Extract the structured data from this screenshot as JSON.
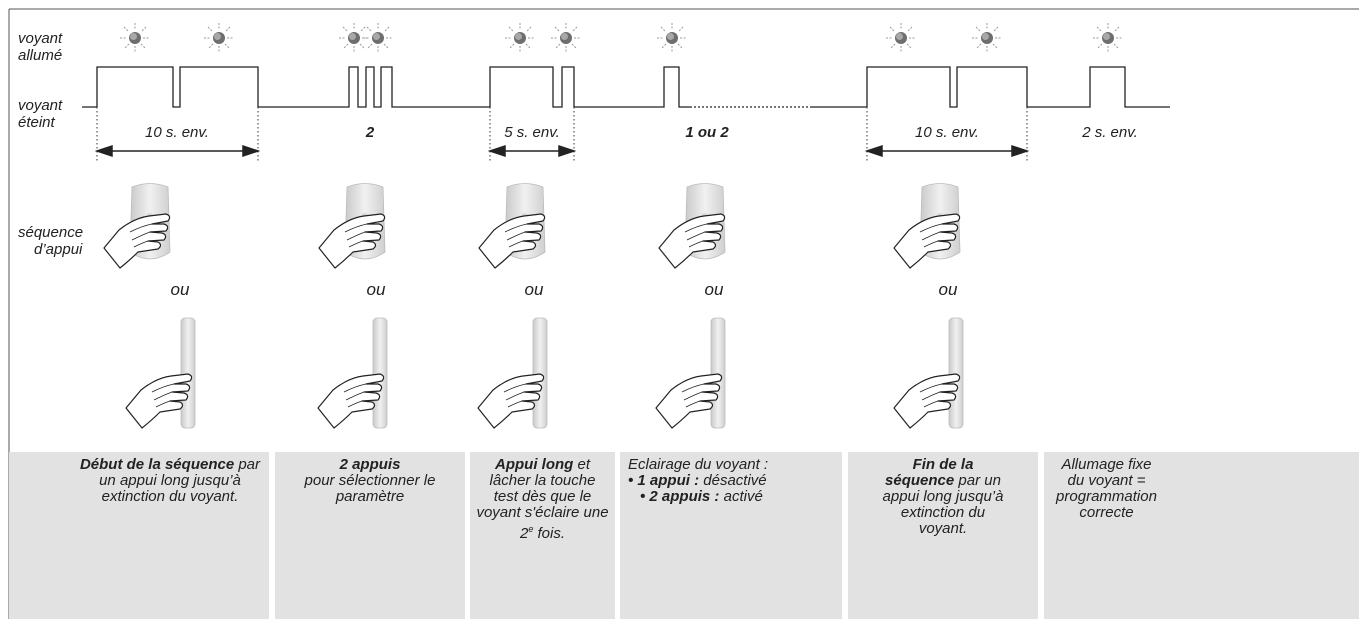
{
  "labels": {
    "on": [
      "voyant",
      "allumé"
    ],
    "off": [
      "voyant",
      "éteint"
    ],
    "sequence": [
      "séquence",
      "d’appui"
    ]
  },
  "durations": {
    "d1": "10 s. env.",
    "d2": "2",
    "d3": "5 s. env.",
    "d4": "1 ou 2",
    "d5": "10 s. env.",
    "d6": "2 s. env."
  },
  "ou": "ou",
  "steps": [
    {
      "strong": "Début de la séquence",
      "text": " par un appui long jusqu’à extinction du voyant."
    },
    {
      "strong": "2 appuis",
      "text": "pour sélectionner le paramètre"
    },
    {
      "strong": "Appui long",
      "text1": " et lâcher la touche test dès que le voyant s'éclaire une 2",
      "sup": "e",
      "text2": " fois."
    },
    {
      "line1": "Eclairage du voyant :",
      "b1": "• 1 appui :",
      "t1": " désactivé",
      "b2": "• 2 appuis :",
      "t2": " activé"
    },
    {
      "strong": "Fin de la séquence",
      "text": " par un appui long jusqu’à extinction du voyant."
    },
    {
      "line1": "Allumage fixe",
      "line2": "du voyant =",
      "line3": "programmation",
      "line4": "correcte"
    }
  ],
  "colors": {
    "panel": "#e2e2e2",
    "line": "#222222",
    "led": "#7a7a7a"
  }
}
